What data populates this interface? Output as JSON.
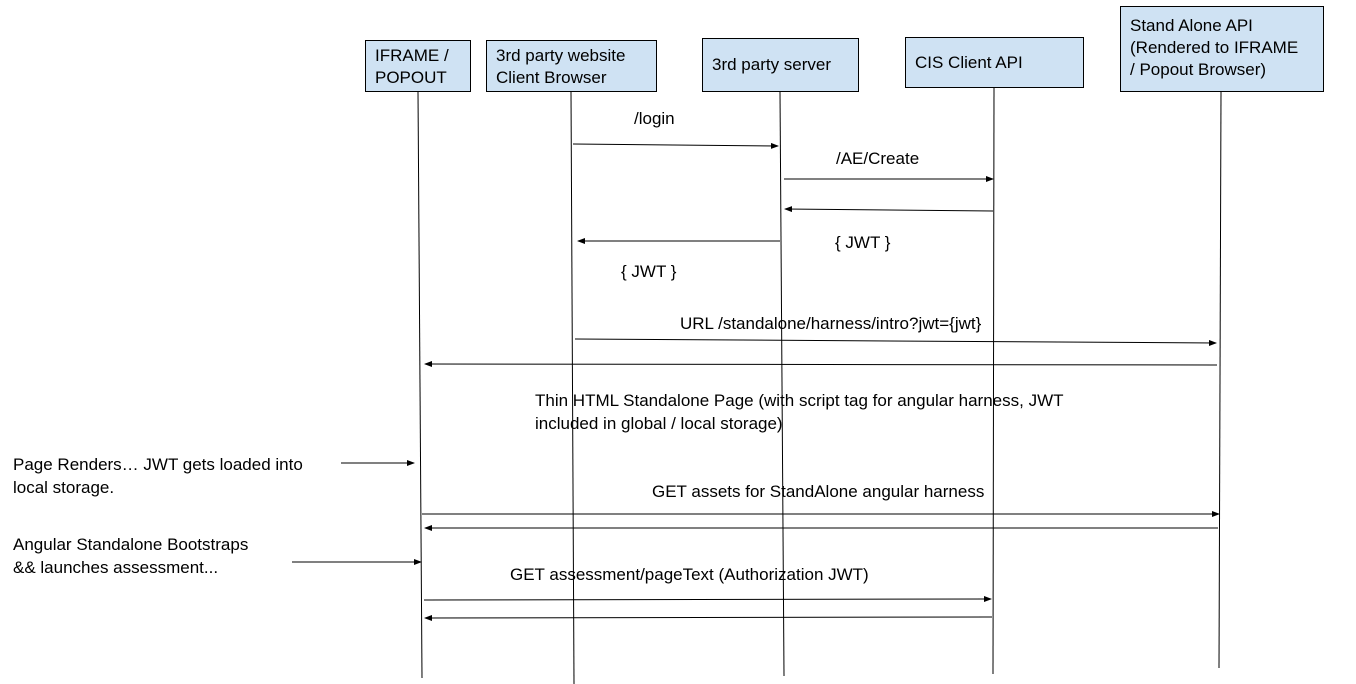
{
  "colors": {
    "participant_fill": "#cfe2f3",
    "line": "#000000"
  },
  "participants": [
    {
      "id": "iframe",
      "lines": [
        "IFRAME /",
        "POPOUT"
      ]
    },
    {
      "id": "browser",
      "lines": [
        "3rd party website",
        "Client Browser"
      ]
    },
    {
      "id": "server",
      "lines": [
        "3rd party server"
      ]
    },
    {
      "id": "cis",
      "lines": [
        "CIS Client API"
      ]
    },
    {
      "id": "standalone",
      "lines": [
        "Stand Alone API",
        "(Rendered to IFRAME",
        "/ Popout Browser)"
      ]
    }
  ],
  "messages": [
    {
      "id": "login",
      "from": "browser",
      "to": "server",
      "label": "/login"
    },
    {
      "id": "ae-create",
      "from": "server",
      "to": "cis",
      "label": "/AE/Create"
    },
    {
      "id": "cis-return",
      "from": "cis",
      "to": "server",
      "label": "{ JWT }"
    },
    {
      "id": "server-return",
      "from": "server",
      "to": "browser",
      "label": "{ JWT }"
    },
    {
      "id": "url-request",
      "from": "browser",
      "to": "standalone",
      "label": "URL /standalone/harness/intro?jwt={jwt}"
    },
    {
      "id": "thin-page-return",
      "from": "standalone",
      "to": "iframe",
      "label": ""
    },
    {
      "id": "get-assets",
      "from": "iframe",
      "to": "standalone",
      "label": "GET assets for StandAlone angular harness"
    },
    {
      "id": "assets-return",
      "from": "standalone",
      "to": "iframe",
      "label": ""
    },
    {
      "id": "get-pagetext",
      "from": "iframe",
      "to": "cis",
      "label": "GET assessment/pageText (Authorization JWT)"
    },
    {
      "id": "pagetext-return",
      "from": "cis",
      "to": "iframe",
      "label": ""
    }
  ],
  "notes": [
    {
      "id": "thin-html-note",
      "lines": [
        "Thin HTML Standalone Page (with script tag for angular harness, JWT",
        "included in global / local storage)"
      ]
    },
    {
      "id": "page-renders-note",
      "lines": [
        "Page Renders… JWT gets loaded into",
        "local storage."
      ],
      "points_to": "iframe"
    },
    {
      "id": "angular-bootstraps-note",
      "lines": [
        "Angular Standalone Bootstraps",
        "&& launches assessment..."
      ],
      "points_to": "iframe"
    }
  ]
}
